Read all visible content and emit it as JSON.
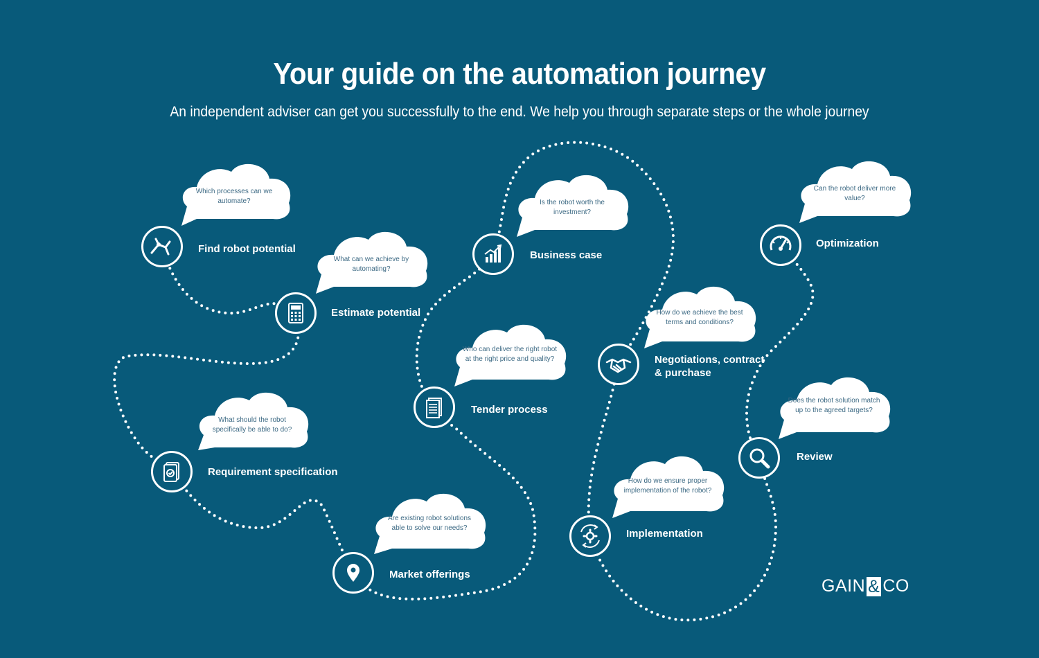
{
  "header": {
    "title": "Your guide on the automation journey",
    "subtitle": "An independent adviser can get you successfully to the end. We help you through separate steps or the whole journey"
  },
  "steps": [
    {
      "label": "Find robot potential",
      "question": "Which processes can we automate?",
      "icon": "robot-arm-icon"
    },
    {
      "label": "Estimate potential",
      "question": "What can we achieve by automating?",
      "icon": "calculator-icon"
    },
    {
      "label": "Requirement specification",
      "question": "What should the robot specifically be able to do?",
      "icon": "checklist-document-icon"
    },
    {
      "label": "Market offerings",
      "question": "Are existing robot solutions able to solve our needs?",
      "icon": "location-pin-icon"
    },
    {
      "label": "Tender process",
      "question": "Who can deliver the right robot at the right price and quality?",
      "icon": "document-icon"
    },
    {
      "label": "Business case",
      "question": "Is the robot worth the investment?",
      "icon": "growth-chart-icon"
    },
    {
      "label": "Negotiations, contract & purchase",
      "question": "How do we achieve the best terms and conditions?",
      "icon": "handshake-icon"
    },
    {
      "label": "Implementation",
      "question": "How do we ensure proper implementation of the robot?",
      "icon": "gear-cycle-icon"
    },
    {
      "label": "Review",
      "question": "Does the robot solution match up to the agreed targets?",
      "icon": "magnifier-icon"
    },
    {
      "label": "Optimization",
      "question": "Can the robot deliver more value?",
      "icon": "speedometer-icon"
    }
  ],
  "logo": {
    "left": "GAIN",
    "amp": "&",
    "right": "CO"
  },
  "colors": {
    "background": "#085a7a",
    "cloud": "#ffffff",
    "question_text": "#3d6a84"
  }
}
